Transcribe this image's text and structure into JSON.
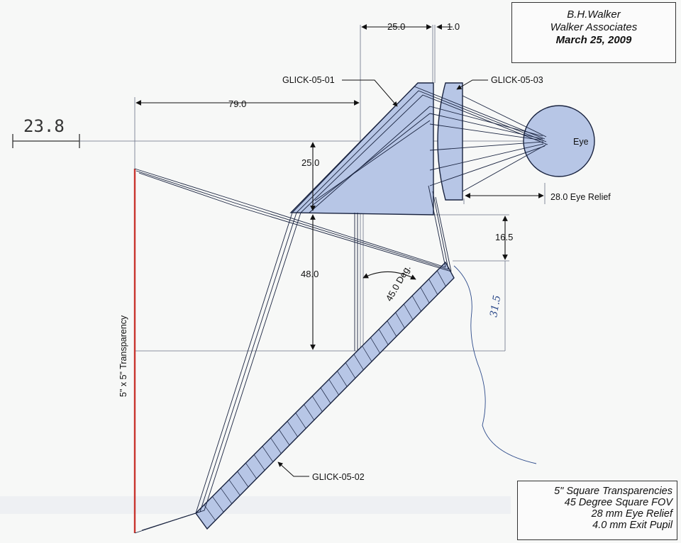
{
  "title_block": {
    "author": "B.H.Walker",
    "company": "Walker Associates",
    "date": "March 25, 2009"
  },
  "specs": [
    "5\" Square Transparencies",
    "45 Degree Square FOV",
    "28 mm Eye Relief",
    "4.0 mm Exit Pupil"
  ],
  "scale_label": "23.8",
  "dimensions": {
    "d_79": "79.0",
    "d_25_top": "25.0",
    "d_1": "1.0",
    "d_25_left": "25.0",
    "d_48": "48.0",
    "d_16_5": "16.5",
    "angle": "45.0 Deg.",
    "eye_relief": "28.0 Eye Relief"
  },
  "parts": {
    "prism": "GLICK-05-01",
    "lens": "GLICK-05-03",
    "mirror": "GLICK-05-02"
  },
  "labels": {
    "eye": "Eye",
    "transparency": "5\" x 5\" Transparency",
    "handwritten": "31.5"
  },
  "colors": {
    "glass_fill": "#b7c6e6",
    "line": "#1a2440",
    "transparency": "#c8342e",
    "ink": "#2c4a8a"
  }
}
